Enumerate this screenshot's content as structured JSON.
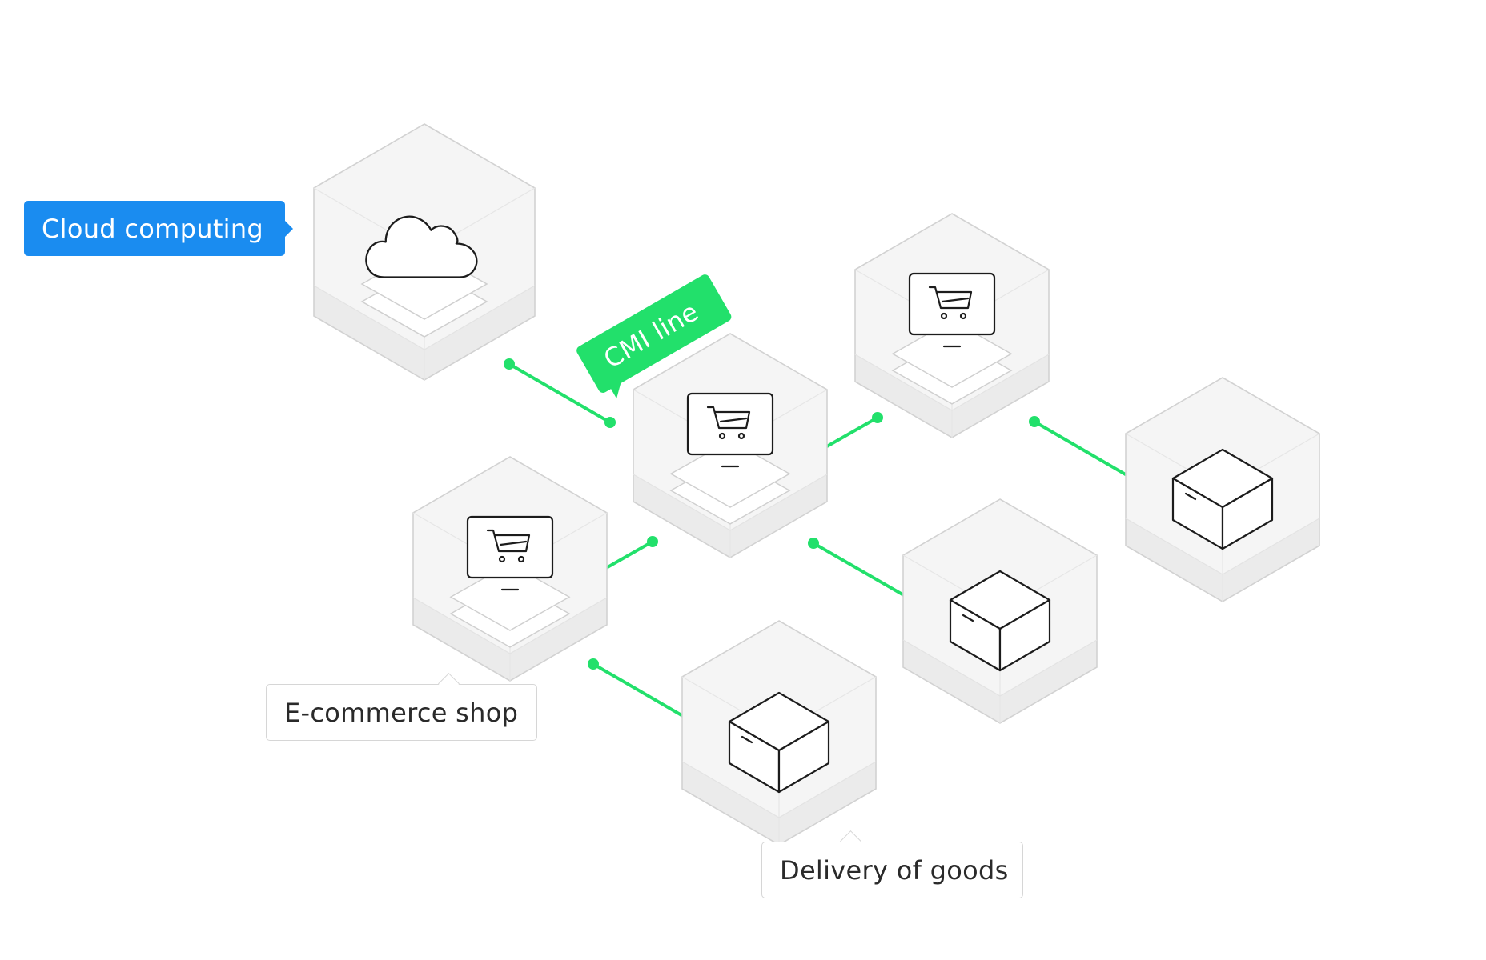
{
  "labels": {
    "cloud": "Cloud computing",
    "cmi": "CMI line",
    "shop": "E-commerce shop",
    "delivery": "Delivery of goods"
  },
  "colors": {
    "accent_blue": "#1a8cf0",
    "accent_green": "#22e06b",
    "node_outline": "#d2d2d2",
    "node_fill": "#f5f5f5"
  },
  "nodes": [
    {
      "id": "cloud-node",
      "icon": "cloud-icon"
    },
    {
      "id": "shop-center-node",
      "icon": "monitor-cart-icon"
    },
    {
      "id": "shop-top-right-node",
      "icon": "monitor-cart-icon"
    },
    {
      "id": "shop-left-node",
      "icon": "monitor-cart-icon"
    },
    {
      "id": "delivery-bottom-node",
      "icon": "box-icon"
    },
    {
      "id": "delivery-middle-node",
      "icon": "box-icon"
    },
    {
      "id": "delivery-right-node",
      "icon": "box-icon"
    }
  ]
}
